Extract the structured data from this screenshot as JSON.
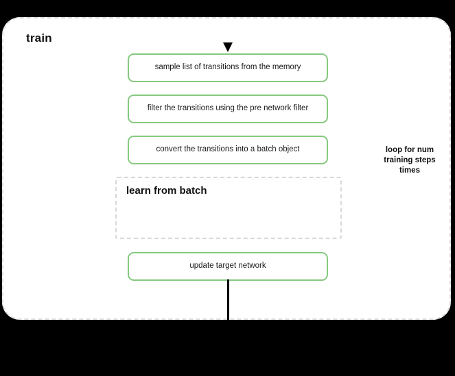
{
  "diagram": {
    "title": "train",
    "background_color": "#000000",
    "container": {
      "label": "train",
      "border_style": "dashed",
      "border_color": "#dcdcdc",
      "fill_color": "#ffffff"
    },
    "steps": [
      {
        "id": "sample-transitions",
        "label": "sample list of transitions from the memory",
        "border_color": "#86c97f"
      },
      {
        "id": "filter-transitions",
        "label": "filter the transitions using the pre network filter",
        "border_color": "#86c97f"
      },
      {
        "id": "convert-transitions",
        "label": "convert the transitions into a batch object",
        "border_color": "#86c97f"
      },
      {
        "id": "update-target-network",
        "label": "update target network",
        "border_color": "#86c97f"
      }
    ],
    "subprocess": {
      "id": "learn-from-batch",
      "label": "learn from batch",
      "border_style": "dashed",
      "border_color": "#d8d8d8"
    },
    "loop": {
      "label": "loop for num training steps times",
      "stroke_color": "#000000"
    },
    "connectors": {
      "entry_arrow": "entry-arrow-down",
      "exit_line": "exit-line-down"
    }
  }
}
